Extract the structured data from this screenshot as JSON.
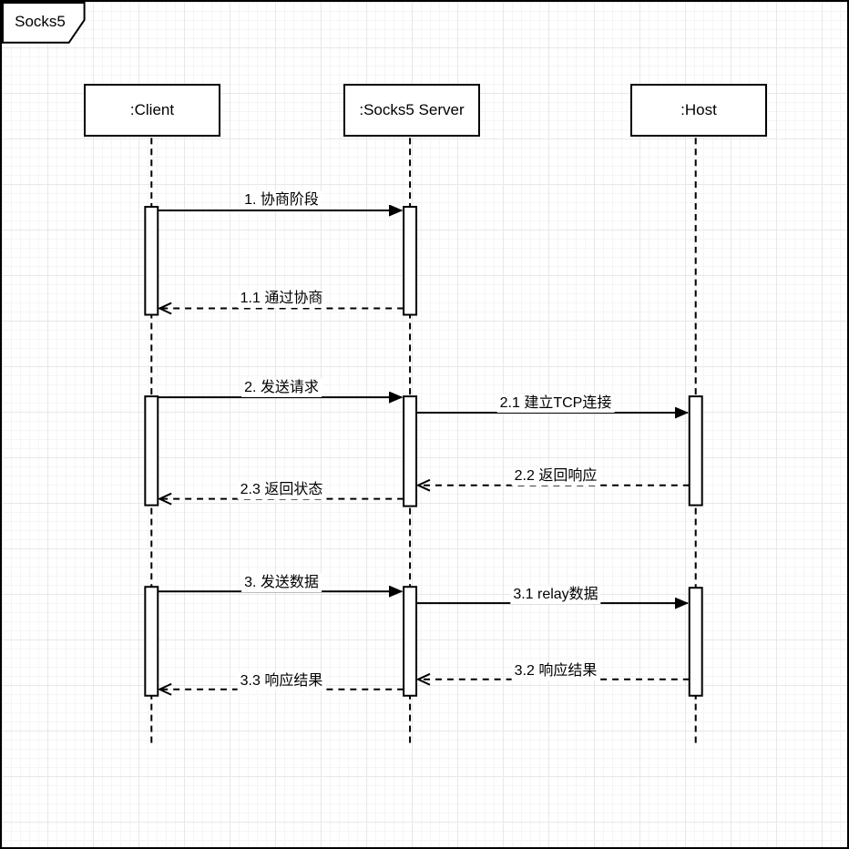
{
  "frame": {
    "title": "Socks5"
  },
  "actors": [
    {
      "id": "client",
      "label": ":Client"
    },
    {
      "id": "server",
      "label": ":Socks5 Server"
    },
    {
      "id": "host",
      "label": ":Host"
    }
  ],
  "messages": [
    {
      "seq": "1",
      "label": "1. 协商阶段",
      "kind": "call",
      "from": ":Client",
      "to": ":Socks5 Server"
    },
    {
      "seq": "1.1",
      "label": "1.1 通过协商",
      "kind": "return",
      "from": ":Socks5 Server",
      "to": ":Client"
    },
    {
      "seq": "2",
      "label": "2. 发送请求",
      "kind": "call",
      "from": ":Client",
      "to": ":Socks5 Server"
    },
    {
      "seq": "2.1",
      "label": "2.1 建立TCP连接",
      "kind": "call",
      "from": ":Socks5 Server",
      "to": ":Host"
    },
    {
      "seq": "2.2",
      "label": "2.2 返回响应",
      "kind": "return",
      "from": ":Host",
      "to": ":Socks5 Server"
    },
    {
      "seq": "2.3",
      "label": "2.3 返回状态",
      "kind": "return",
      "from": ":Socks5 Server",
      "to": ":Client"
    },
    {
      "seq": "3",
      "label": "3. 发送数据",
      "kind": "call",
      "from": ":Client",
      "to": ":Socks5 Server"
    },
    {
      "seq": "3.1",
      "label": "3.1 relay数据",
      "kind": "call",
      "from": ":Socks5 Server",
      "to": ":Host"
    },
    {
      "seq": "3.2",
      "label": "3.2 响应结果",
      "kind": "return",
      "from": ":Host",
      "to": ":Socks5 Server"
    },
    {
      "seq": "3.3",
      "label": "3.3 响应结果",
      "kind": "return",
      "from": ":Socks5 Server",
      "to": ":Client"
    }
  ],
  "colors": {
    "stroke": "#000000",
    "shape_fill": "#ffffff",
    "grid_minor": "#f5f5f5",
    "grid_major": "#e8e8e8"
  }
}
